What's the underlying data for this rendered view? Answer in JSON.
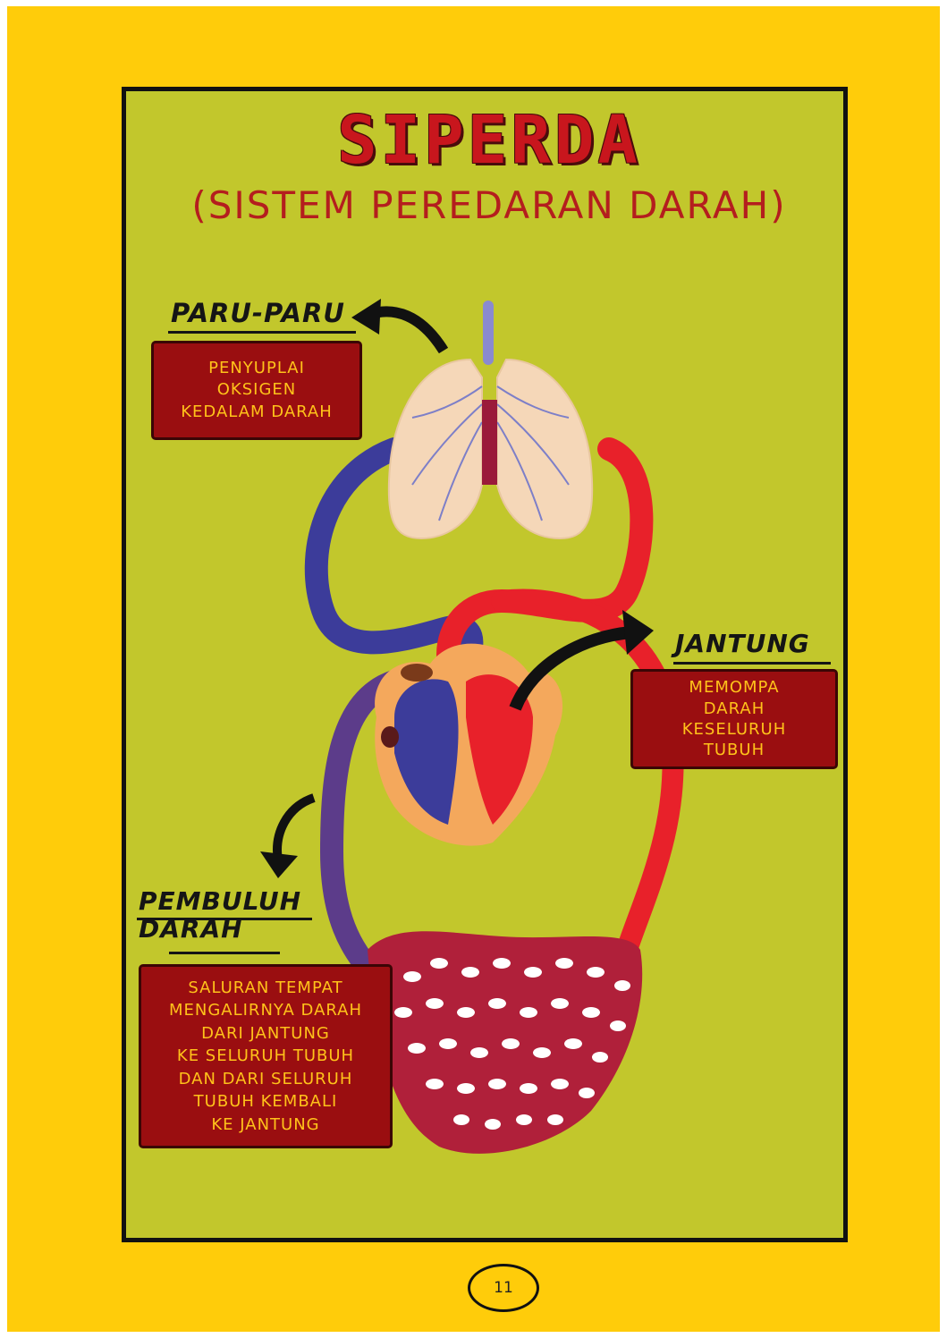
{
  "title": "SIPERDA",
  "subtitle": "(SISTEM PEREDARAN DARAH)",
  "organs": {
    "lungs": {
      "label": "PARU-PARU",
      "description": "PENYUPLAI\nOKSIGEN\nKEDALAM DARAH"
    },
    "heart": {
      "label": "JANTUNG",
      "description": "MEMOMPA\nDARAH\nKESELURUH\nTUBUH"
    },
    "vessels": {
      "label": "PEMBULUH\nDARAH",
      "description": "SALURAN TEMPAT\nMENGALIRNYA DARAH\nDARI JANTUNG\nKE SELURUH TUBUH\nDAN DARI SELURUH\nTUBUH KEMBALI\nKE JANTUNG"
    }
  },
  "page_number": "11",
  "colors": {
    "page_background": "#FFCC0A",
    "panel_background": "#C2C72C",
    "title_red": "#C8161D",
    "box_fill": "#9A0E10",
    "box_text": "#FFC21A",
    "artery_red": "#E8212A",
    "vein_blue": "#3C3C9A"
  }
}
